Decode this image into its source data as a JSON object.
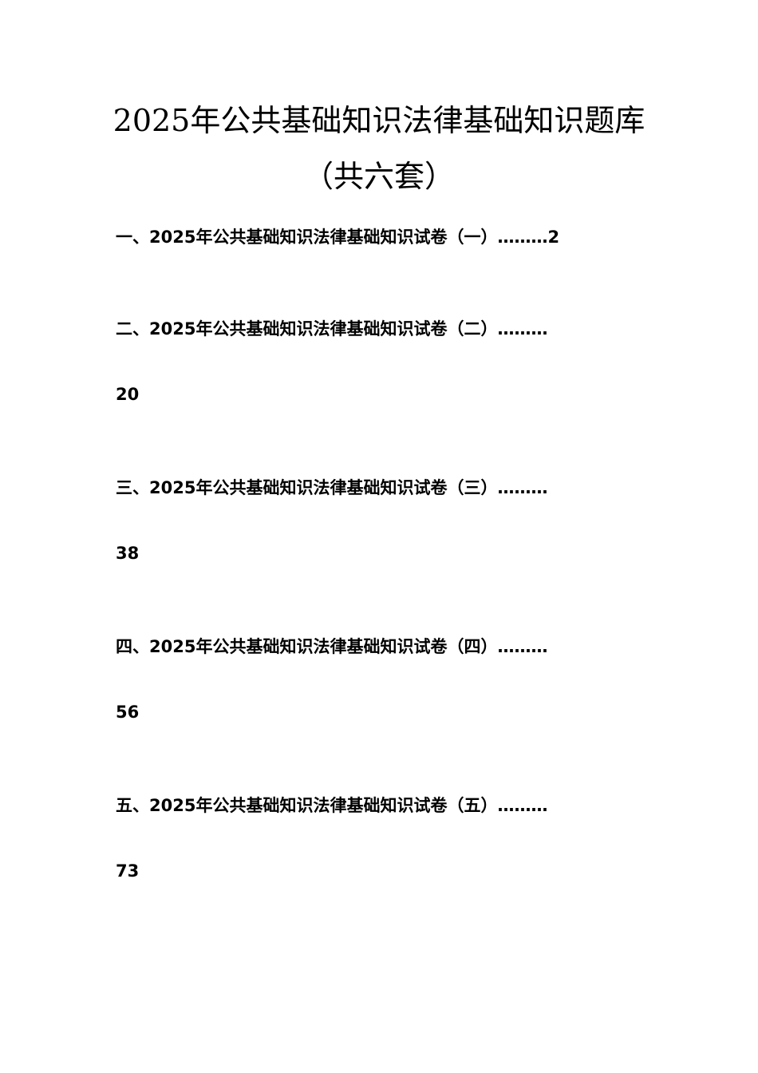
{
  "title": {
    "line1": "2025年公共基础知识法律基础知识题库",
    "line2": "（共六套）"
  },
  "toc": [
    {
      "label": "一、2025年公共基础知识法律基础知识试卷（一）",
      "leader": "………",
      "page": "2"
    },
    {
      "label": "二、2025年公共基础知识法律基础知识试卷（二）",
      "leader": "………",
      "page": "20"
    },
    {
      "label": "三、2025年公共基础知识法律基础知识试卷（三）",
      "leader": "………",
      "page": "38"
    },
    {
      "label": "四、2025年公共基础知识法律基础知识试卷（四）",
      "leader": "………",
      "page": "56"
    },
    {
      "label": "五、2025年公共基础知识法律基础知识试卷（五）",
      "leader": "………",
      "page": "73"
    }
  ]
}
